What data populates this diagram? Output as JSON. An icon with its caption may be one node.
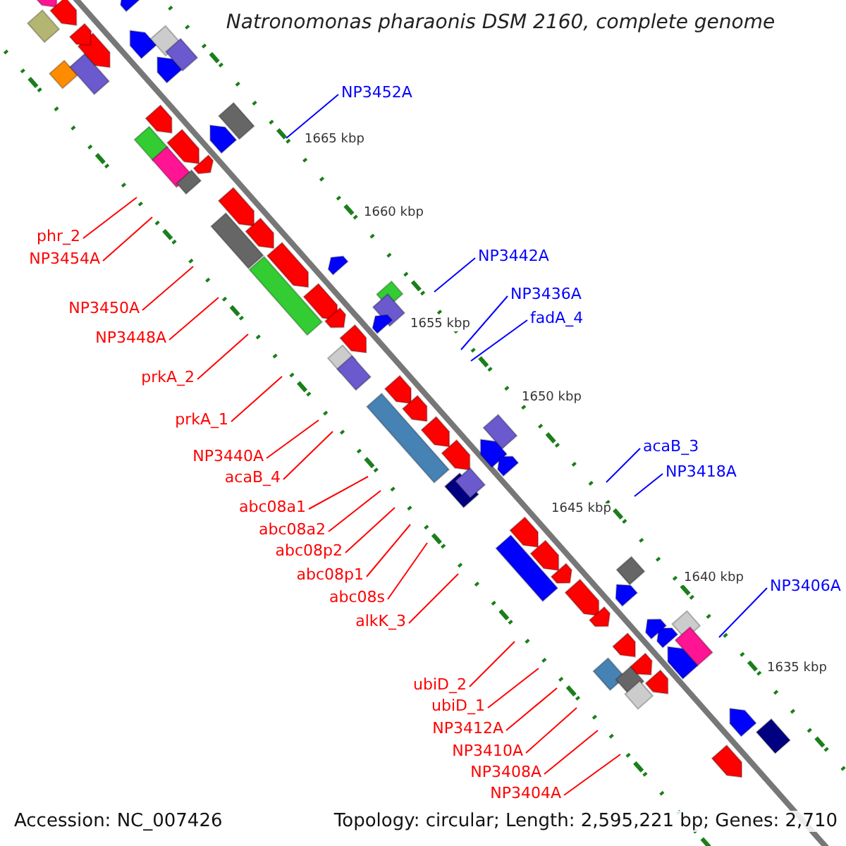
{
  "diagram": {
    "title": "Natronomonas pharaonis DSM 2160, complete genome",
    "nodes": [
      {
        "text": [
          "phr_2"
        ]
      },
      {
        "text": [
          "NP3454A"
        ]
      },
      {
        "text": [
          "NP3450A"
        ]
      },
      {
        "text": [
          "NP3448A"
        ]
      },
      {
        "text": [
          "prkA_2"
        ]
      },
      {
        "text": [
          "prkA_1"
        ]
      },
      {
        "text": [
          "NP3440A"
        ]
      },
      {
        "text": [
          "acaB_4"
        ]
      },
      {
        "text": [
          "abc08a1"
        ]
      },
      {
        "text": [
          "abc08a2"
        ]
      },
      {
        "text": [
          "abc08p2"
        ]
      },
      {
        "text": [
          "abc08p1"
        ]
      },
      {
        "text": [
          "abc08s"
        ]
      },
      {
        "text": [
          "alkK_3"
        ]
      },
      {
        "text": [
          "ubiD_2"
        ]
      },
      {
        "text": [
          "ubiD_1"
        ]
      },
      {
        "text": [
          "NP3412A"
        ]
      },
      {
        "text": [
          "NP3410A"
        ]
      },
      {
        "text": [
          "NP3408A"
        ]
      },
      {
        "text": [
          "NP3404A"
        ]
      },
      {
        "text": [
          "NP3452A"
        ]
      },
      {
        "text": [
          "NP3442A"
        ]
      },
      {
        "text": [
          "NP3436A"
        ]
      },
      {
        "text": [
          "fadA_4"
        ]
      },
      {
        "text": [
          "acaB_3"
        ]
      },
      {
        "text": [
          "NP3418A"
        ]
      },
      {
        "text": [
          "NP3406A"
        ]
      }
    ],
    "edges": [
      {
        "from": 0,
        "to": null,
        "arrow": "none"
      },
      {
        "from": 1,
        "to": null,
        "arrow": "none"
      },
      {
        "from": 2,
        "to": null,
        "arrow": "none"
      },
      {
        "from": 3,
        "to": null,
        "arrow": "none"
      },
      {
        "from": 4,
        "to": null,
        "arrow": "none"
      },
      {
        "from": 5,
        "to": null,
        "arrow": "none"
      },
      {
        "from": 6,
        "to": null,
        "arrow": "none"
      },
      {
        "from": 7,
        "to": null,
        "arrow": "none"
      },
      {
        "from": 8,
        "to": null,
        "arrow": "none"
      },
      {
        "from": 9,
        "to": null,
        "arrow": "none"
      },
      {
        "from": 10,
        "to": null,
        "arrow": "none"
      },
      {
        "from": 11,
        "to": null,
        "arrow": "none"
      },
      {
        "from": 12,
        "to": null,
        "arrow": "none"
      },
      {
        "from": 13,
        "to": null,
        "arrow": "none"
      },
      {
        "from": 14,
        "to": null,
        "arrow": "none"
      },
      {
        "from": 15,
        "to": null,
        "arrow": "none"
      },
      {
        "from": 16,
        "to": null,
        "arrow": "none"
      },
      {
        "from": 17,
        "to": null,
        "arrow": "none"
      },
      {
        "from": 18,
        "to": null,
        "arrow": "none"
      },
      {
        "from": 19,
        "to": null,
        "arrow": "none"
      },
      {
        "from": 20,
        "to": null,
        "arrow": "none",
        "color": "#0000ff"
      },
      {
        "from": 21,
        "to": null,
        "arrow": "none",
        "color": "#0000ff"
      },
      {
        "from": 22,
        "to": null,
        "arrow": "none",
        "color": "#0000ff"
      },
      {
        "from": 23,
        "to": null,
        "arrow": "none",
        "color": "#0000ff"
      },
      {
        "from": 24,
        "to": null,
        "arrow": "none",
        "color": "#0000ff"
      },
      {
        "from": 25,
        "to": null,
        "arrow": "none",
        "color": "#0000ff"
      },
      {
        "from": 26,
        "to": null,
        "arrow": "none",
        "color": "#0000ff"
      }
    ],
    "labels": [
      "1665 kbp",
      "1660 kbp",
      "1655 kbp",
      "1650 kbp",
      "1645 kbp",
      "1640 kbp",
      "1635 kbp",
      "Accession: NC_007426",
      "Topology: circular; Length: 2,595,221 bp; Genes: 2,710"
    ]
  }
}
